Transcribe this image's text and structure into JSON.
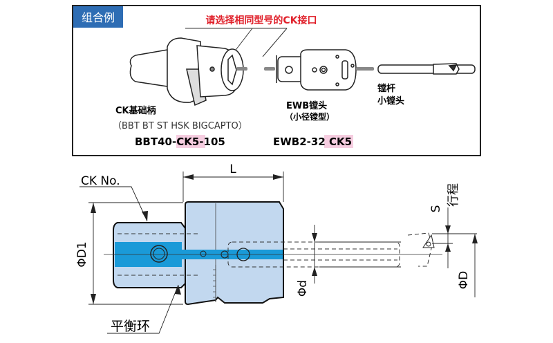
{
  "example": {
    "title": "组合例",
    "note": "请选择相同型号的CK接口",
    "holder": {
      "name": "CK基础柄",
      "types": "（BBT BT ST HSK BIGCAPTO）",
      "code_prefix": "BBT40-",
      "code_highlight": "CK5",
      "code_suffix": "-105"
    },
    "head": {
      "name": "EWB镗头",
      "subtitle": "（小径镗型）",
      "code_prefix": "EWB2-32 ",
      "code_highlight": "CK5"
    },
    "bar": {
      "line1": "镗杆",
      "line2": "小镗头"
    }
  },
  "drawing": {
    "ck_no": "CK No.",
    "length": "L",
    "d1": "ΦD1",
    "d": "Φd",
    "D": "ΦD",
    "s": "S",
    "stroke": "行程",
    "balance_ring": "平衡环"
  },
  "colors": {
    "title_bg": "#2e6db4",
    "note": "#e0202a",
    "highlight": "#f6cde0",
    "body": "#c2d8ef",
    "bore": "#1a9ad8"
  }
}
